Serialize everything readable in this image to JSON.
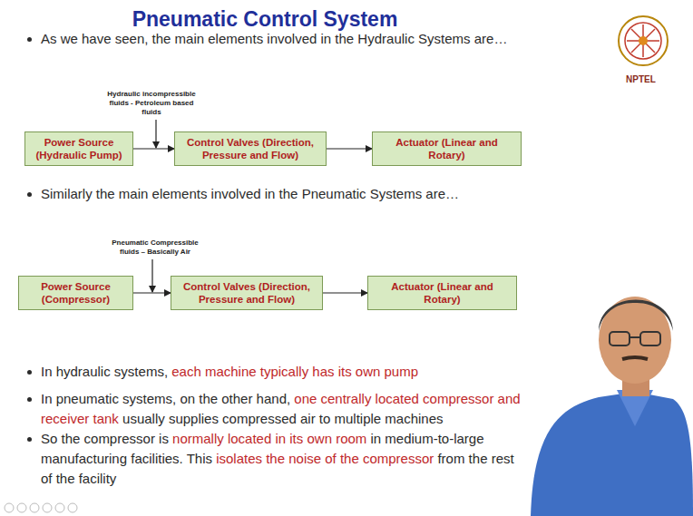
{
  "diagram": {
    "title": "Pneumatic Control System",
    "nodes": [
      {
        "text": [
          "Power Source (Hydraulic Pump)"
        ]
      },
      {
        "text": [
          "Control Valves (Direction, Pressure and Flow)"
        ]
      },
      {
        "text": [
          "Actuator (Linear and Rotary)"
        ]
      },
      {
        "text": [
          "Power Source (Compressor)"
        ]
      },
      {
        "text": [
          "Control Valves (Direction, Pressure and Flow)"
        ]
      },
      {
        "text": [
          "Actuator (Linear and Rotary)"
        ]
      }
    ],
    "edges": [
      {
        "from": 0,
        "to": 1,
        "arrow": "to"
      },
      {
        "from": 1,
        "to": 2,
        "arrow": "to"
      },
      {
        "from": 3,
        "to": 4,
        "arrow": "to"
      },
      {
        "from": 4,
        "to": 5,
        "arrow": "to"
      }
    ],
    "labels": [
      "As we have seen, the main elements involved in the Hydraulic Systems are…",
      "Hydraulic incompressible fluids - Petroleum based fluids",
      "Similarly the main elements involved in the Pneumatic Systems are…",
      "Pneumatic Compressible fluids – Basically Air",
      "In hydraulic systems,",
      "each machine typically has its own pump",
      "In pneumatic systems, on the other hand,",
      "one centrally located compressor and receiver tank",
      "usually supplies compressed air to multiple machines",
      "So the compressor is",
      "normally located in its own room",
      "in medium-to-large manufacturing facilities. This",
      "isolates the noise of the compressor",
      "from the rest of the facility",
      "NPTEL"
    ]
  }
}
